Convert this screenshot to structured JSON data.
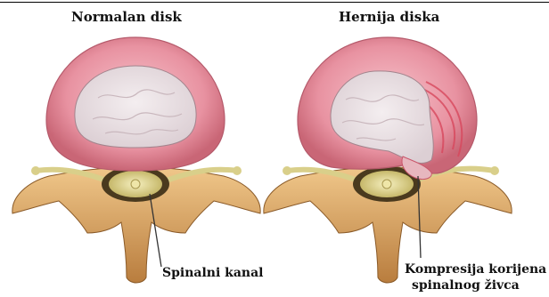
{
  "figure": {
    "left_title": "Normalan disk",
    "right_title": "Hernija diska",
    "label_canal": "Spinalni kanal",
    "label_compression_line1": "Kompresija korijena",
    "label_compression_line2": "spinalnog živca"
  }
}
